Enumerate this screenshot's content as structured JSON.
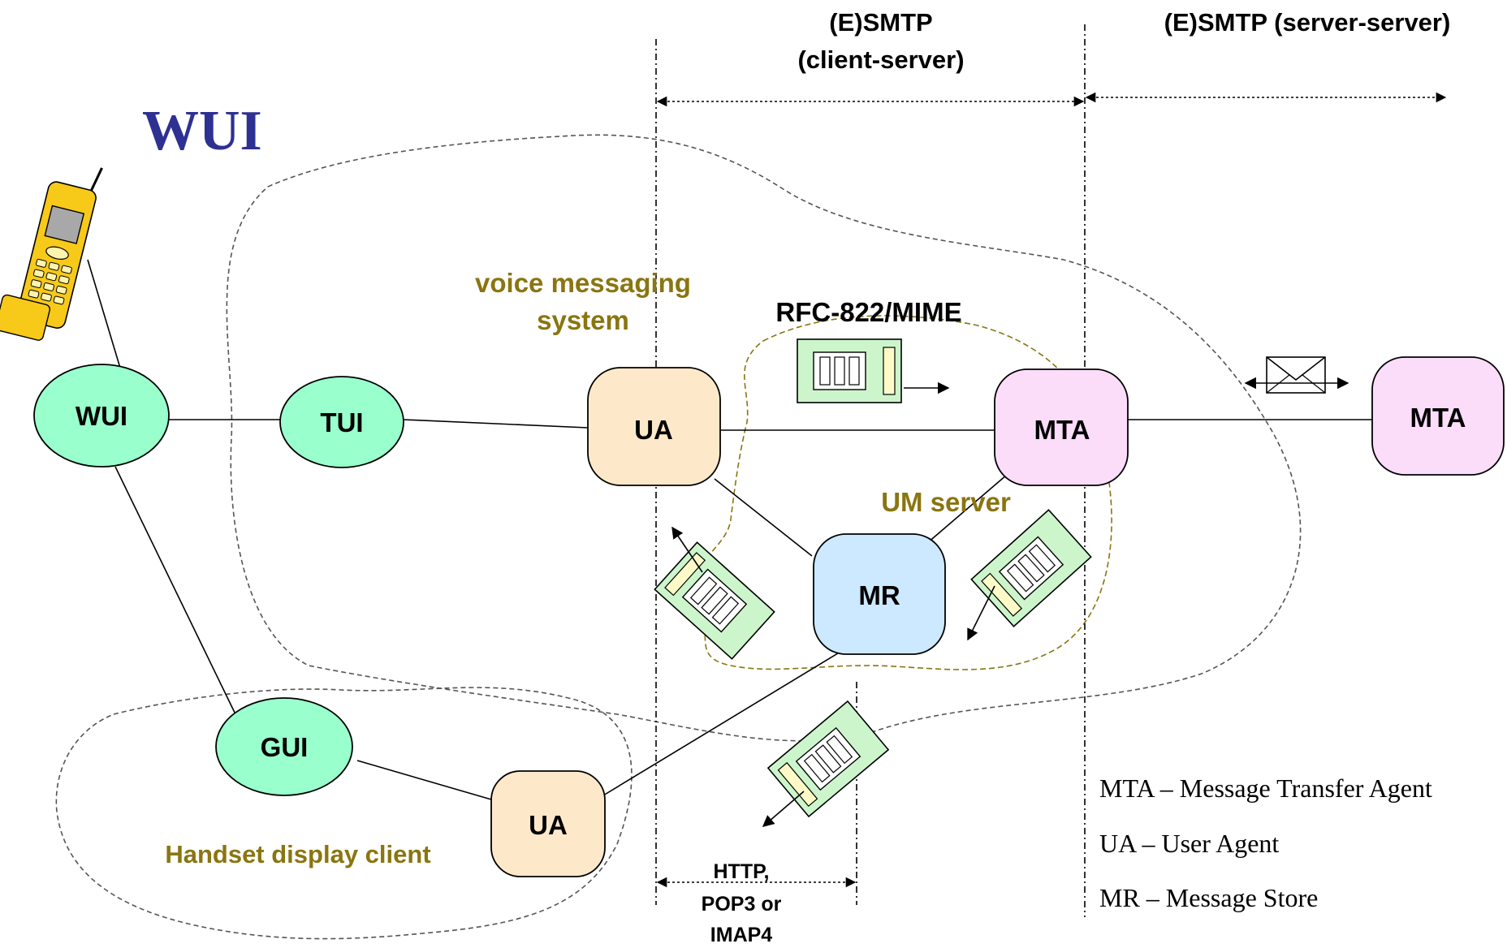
{
  "title": "WUI",
  "zones": {
    "client_server": [
      "(E)SMTP",
      "(client-server)"
    ],
    "server_server": "(E)SMTP (server-server)",
    "access": [
      "HTTP,",
      "POP3 or",
      "IMAP4"
    ]
  },
  "regions": {
    "voice_messaging": [
      "voice messaging",
      "system"
    ],
    "um_server": "UM server",
    "handset": "Handset display client"
  },
  "message_format": "RFC-822/MIME",
  "nodes": {
    "wui": "WUI",
    "tui": "TUI",
    "gui": "GUI",
    "ua_main": "UA",
    "ua_handset": "UA",
    "mta_local": "MTA",
    "mta_remote": "MTA",
    "mr": "MR"
  },
  "legend": [
    "MTA – Message Transfer Agent",
    "UA – User Agent",
    "MR – Message Store"
  ],
  "colors": {
    "ellipse_fill": "#99ffcc",
    "ua_fill": "#fde9c9",
    "mta_fill": "#fbdcf9",
    "mr_fill": "#cce9ff",
    "msg_fill": "#ccf5cc",
    "title": "#2e3192",
    "region_label": "#8a7510"
  }
}
